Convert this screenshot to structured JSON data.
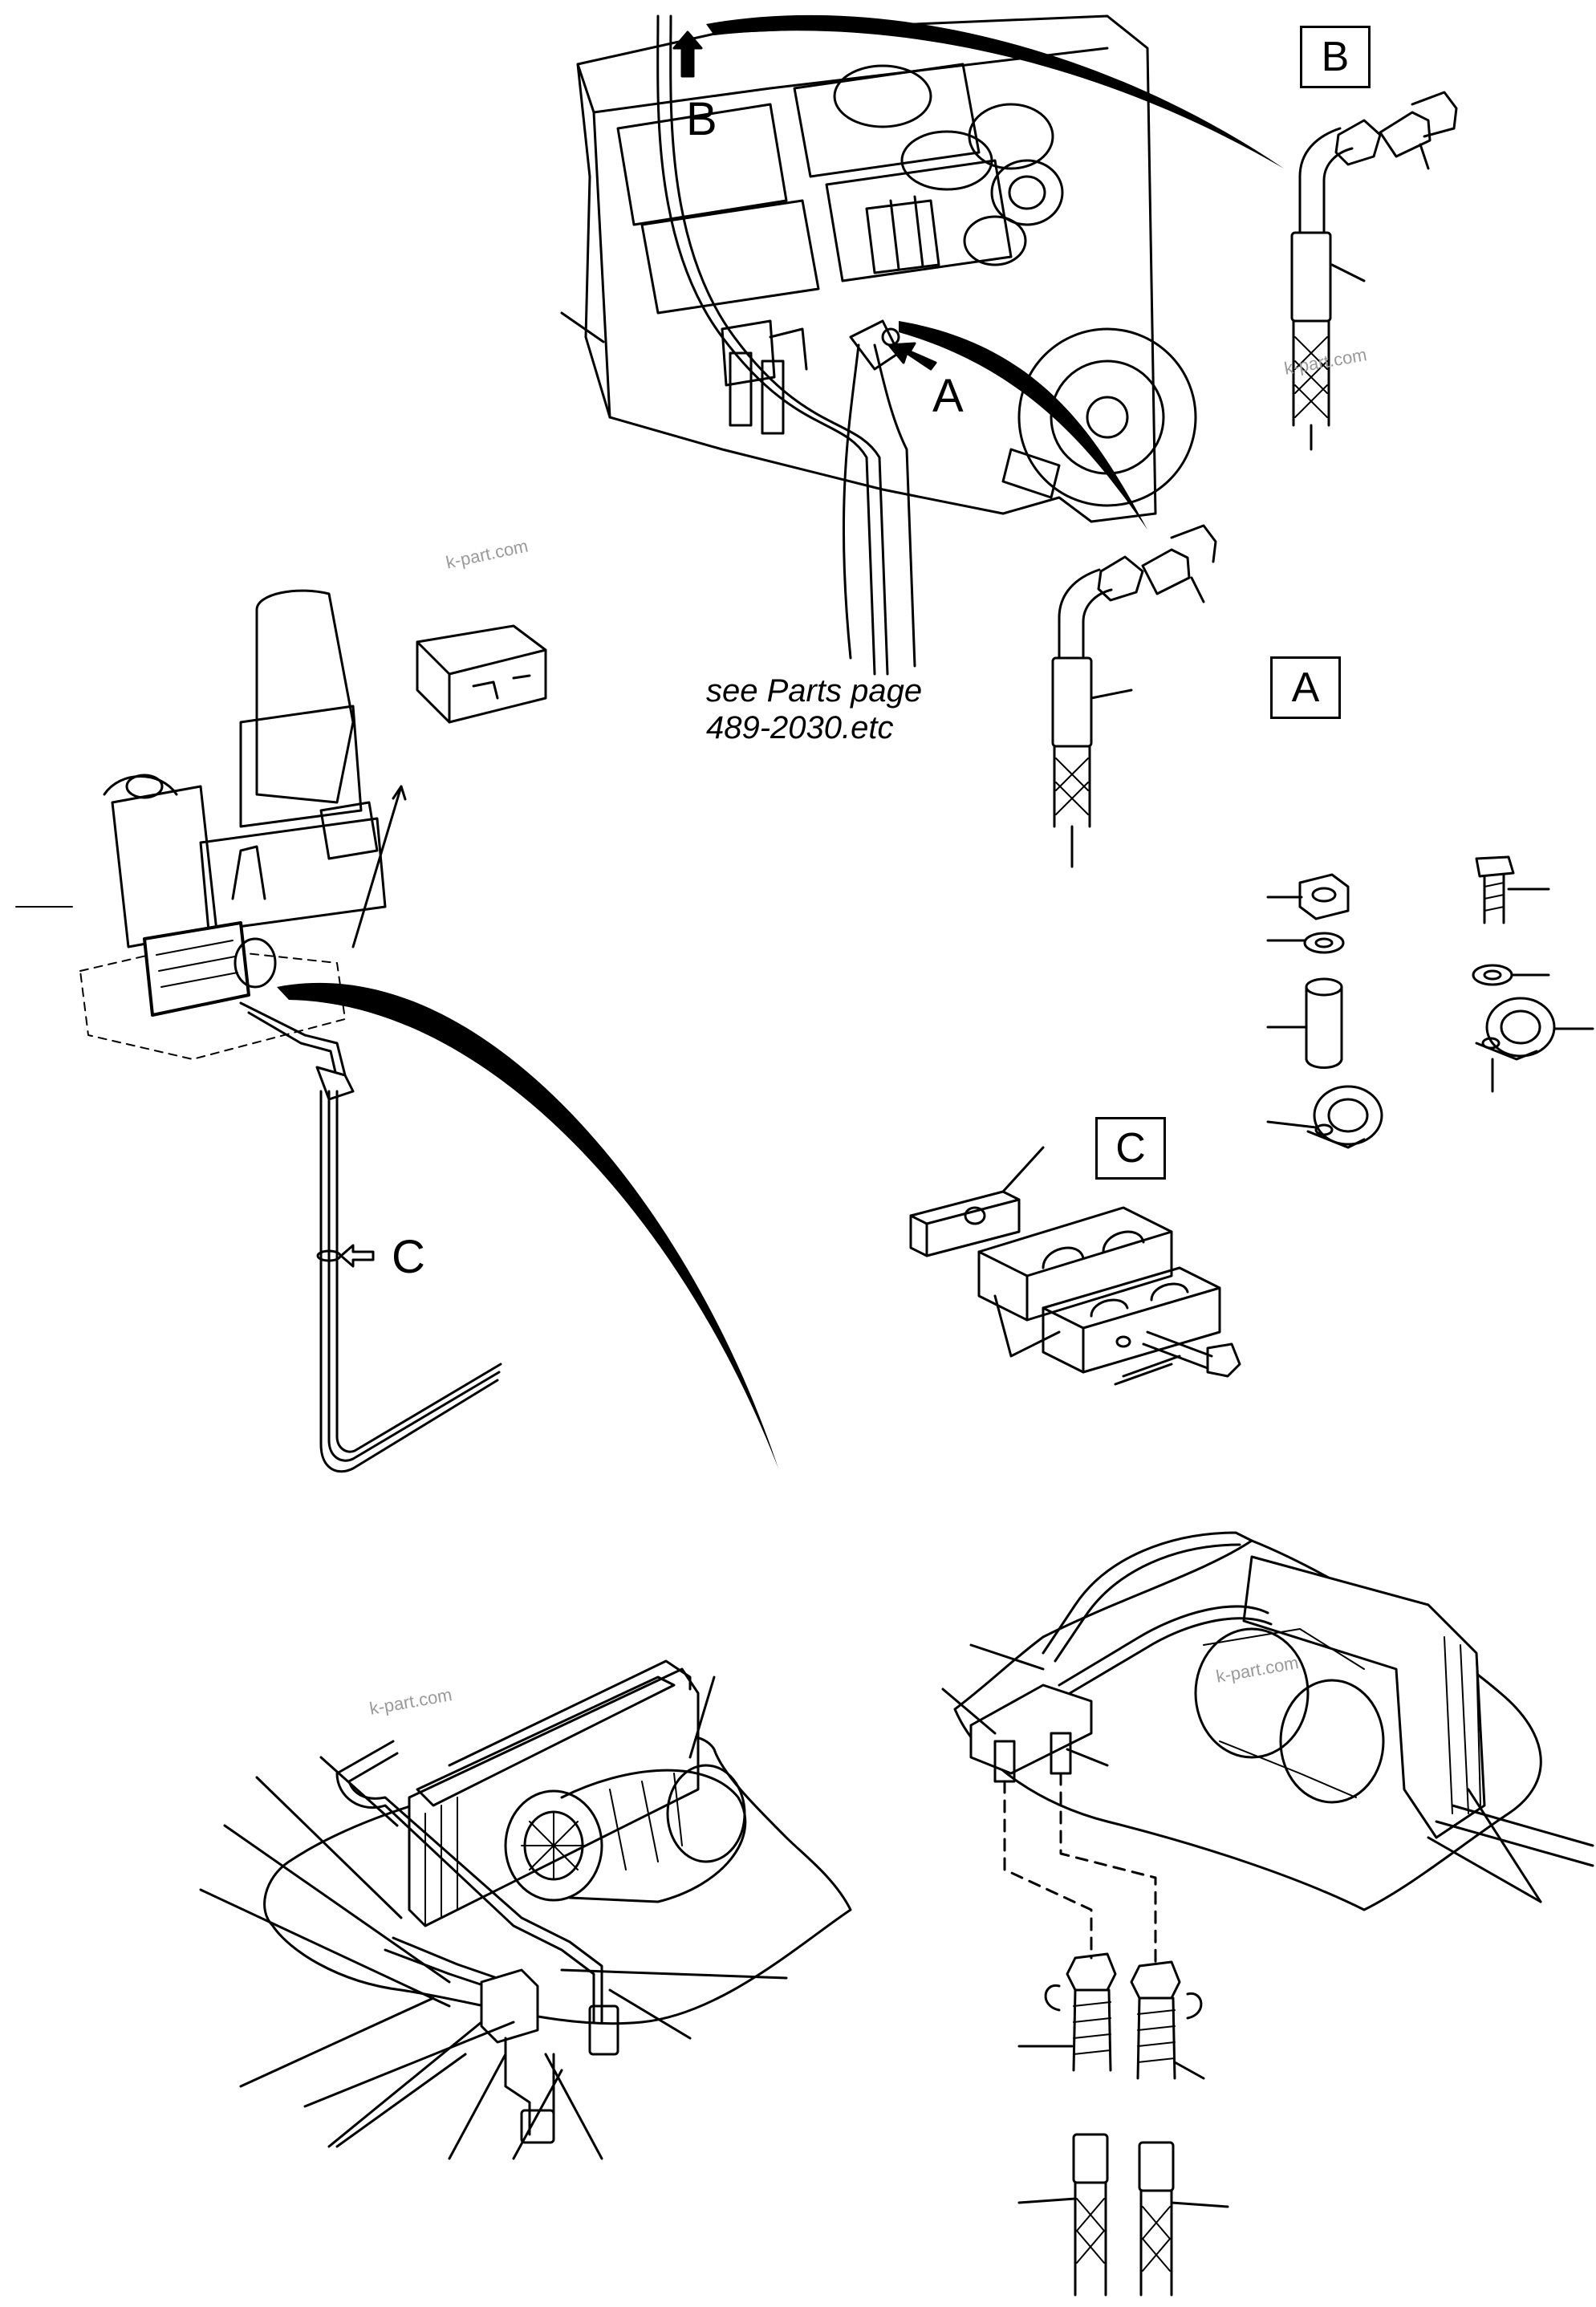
{
  "callouts": {
    "a_box": "A",
    "b_box": "B",
    "c_box": "C",
    "a_arrow": "A",
    "b_arrow": "B",
    "c_arrow": "C"
  },
  "note": {
    "line1": "see Parts page",
    "line2": "489-2030.etc"
  },
  "watermarks": [
    "k-part.com",
    "k-part.com",
    "k-part.com",
    "k-part.com"
  ],
  "colors": {
    "ink": "#000000",
    "background": "#ffffff",
    "watermark": "#9a9a9a"
  }
}
